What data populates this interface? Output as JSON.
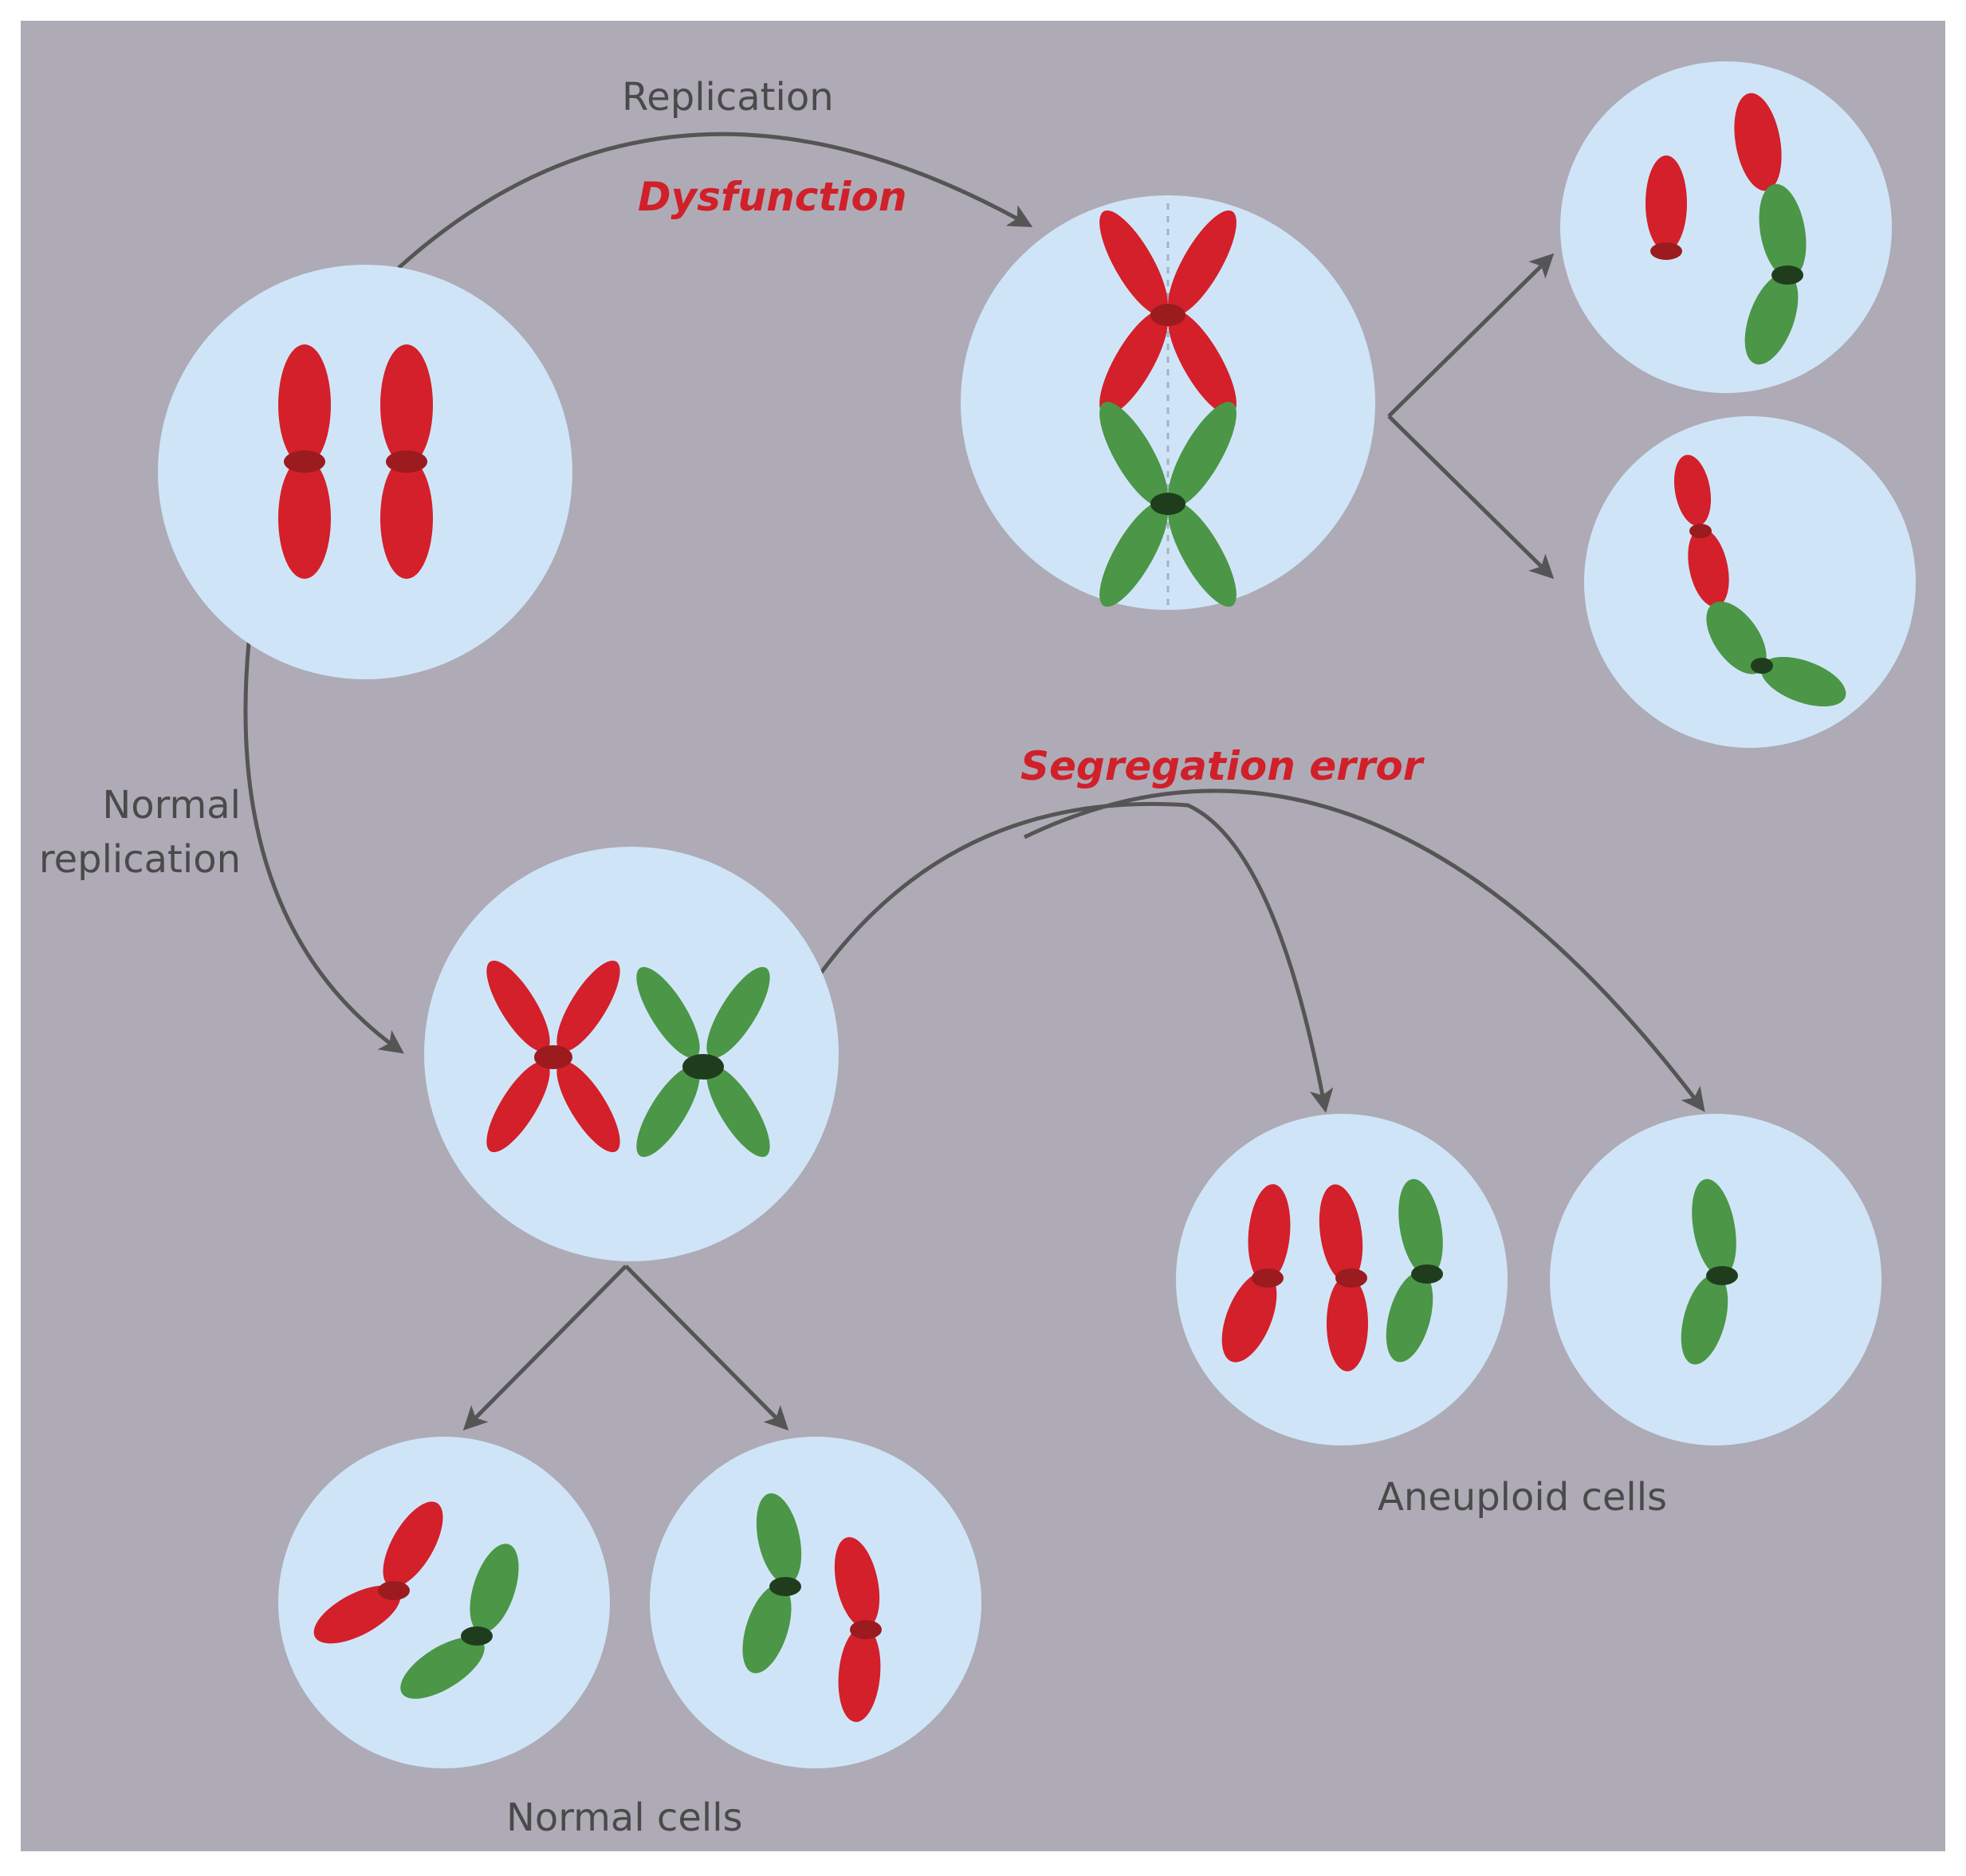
{
  "labels": {
    "replication": "Replication",
    "dysfunction": "Dysfunction",
    "normal_replication_line1": "Normal",
    "normal_replication_line2": "replication",
    "segregation_error": "Segregation error",
    "normal_cells": "Normal cells",
    "aneuploid_cells": "Aneuploid cells"
  },
  "colors": {
    "background": "#aeabb6",
    "frame": "#ffffff",
    "cell": "#cfe5f7",
    "red_chromosome": "#d3202a",
    "red_centromere": "#9b1b1f",
    "green_chromosome": "#4c9647",
    "green_centromere": "#1f3d1c",
    "arrow": "#555555",
    "highlight_text": "#d0202a",
    "text": "#4a4a4a"
  }
}
